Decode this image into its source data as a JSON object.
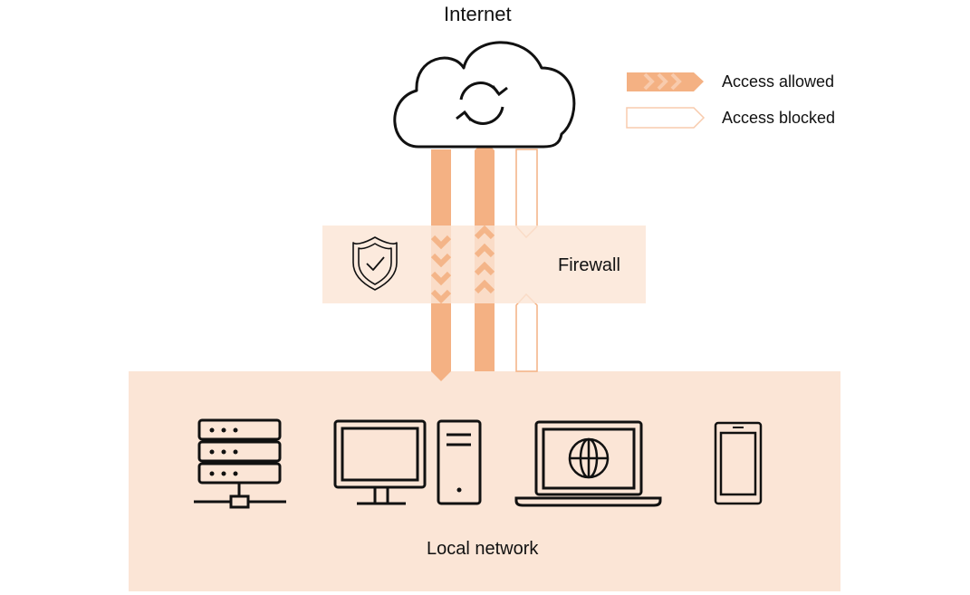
{
  "title": "Internet",
  "legend": {
    "allowed": "Access allowed",
    "blocked": "Access blocked"
  },
  "firewall": {
    "label": "Firewall"
  },
  "local_network": {
    "label": "Local network"
  },
  "colors": {
    "arrow": "#f4b183",
    "band": "#fbe5d6",
    "outline": "#111111"
  },
  "icons": [
    "cloud-sync-icon",
    "shield-check-icon",
    "server-rack-icon",
    "desktop-computer-icon",
    "tower-pc-icon",
    "laptop-globe-icon",
    "smartphone-icon"
  ]
}
